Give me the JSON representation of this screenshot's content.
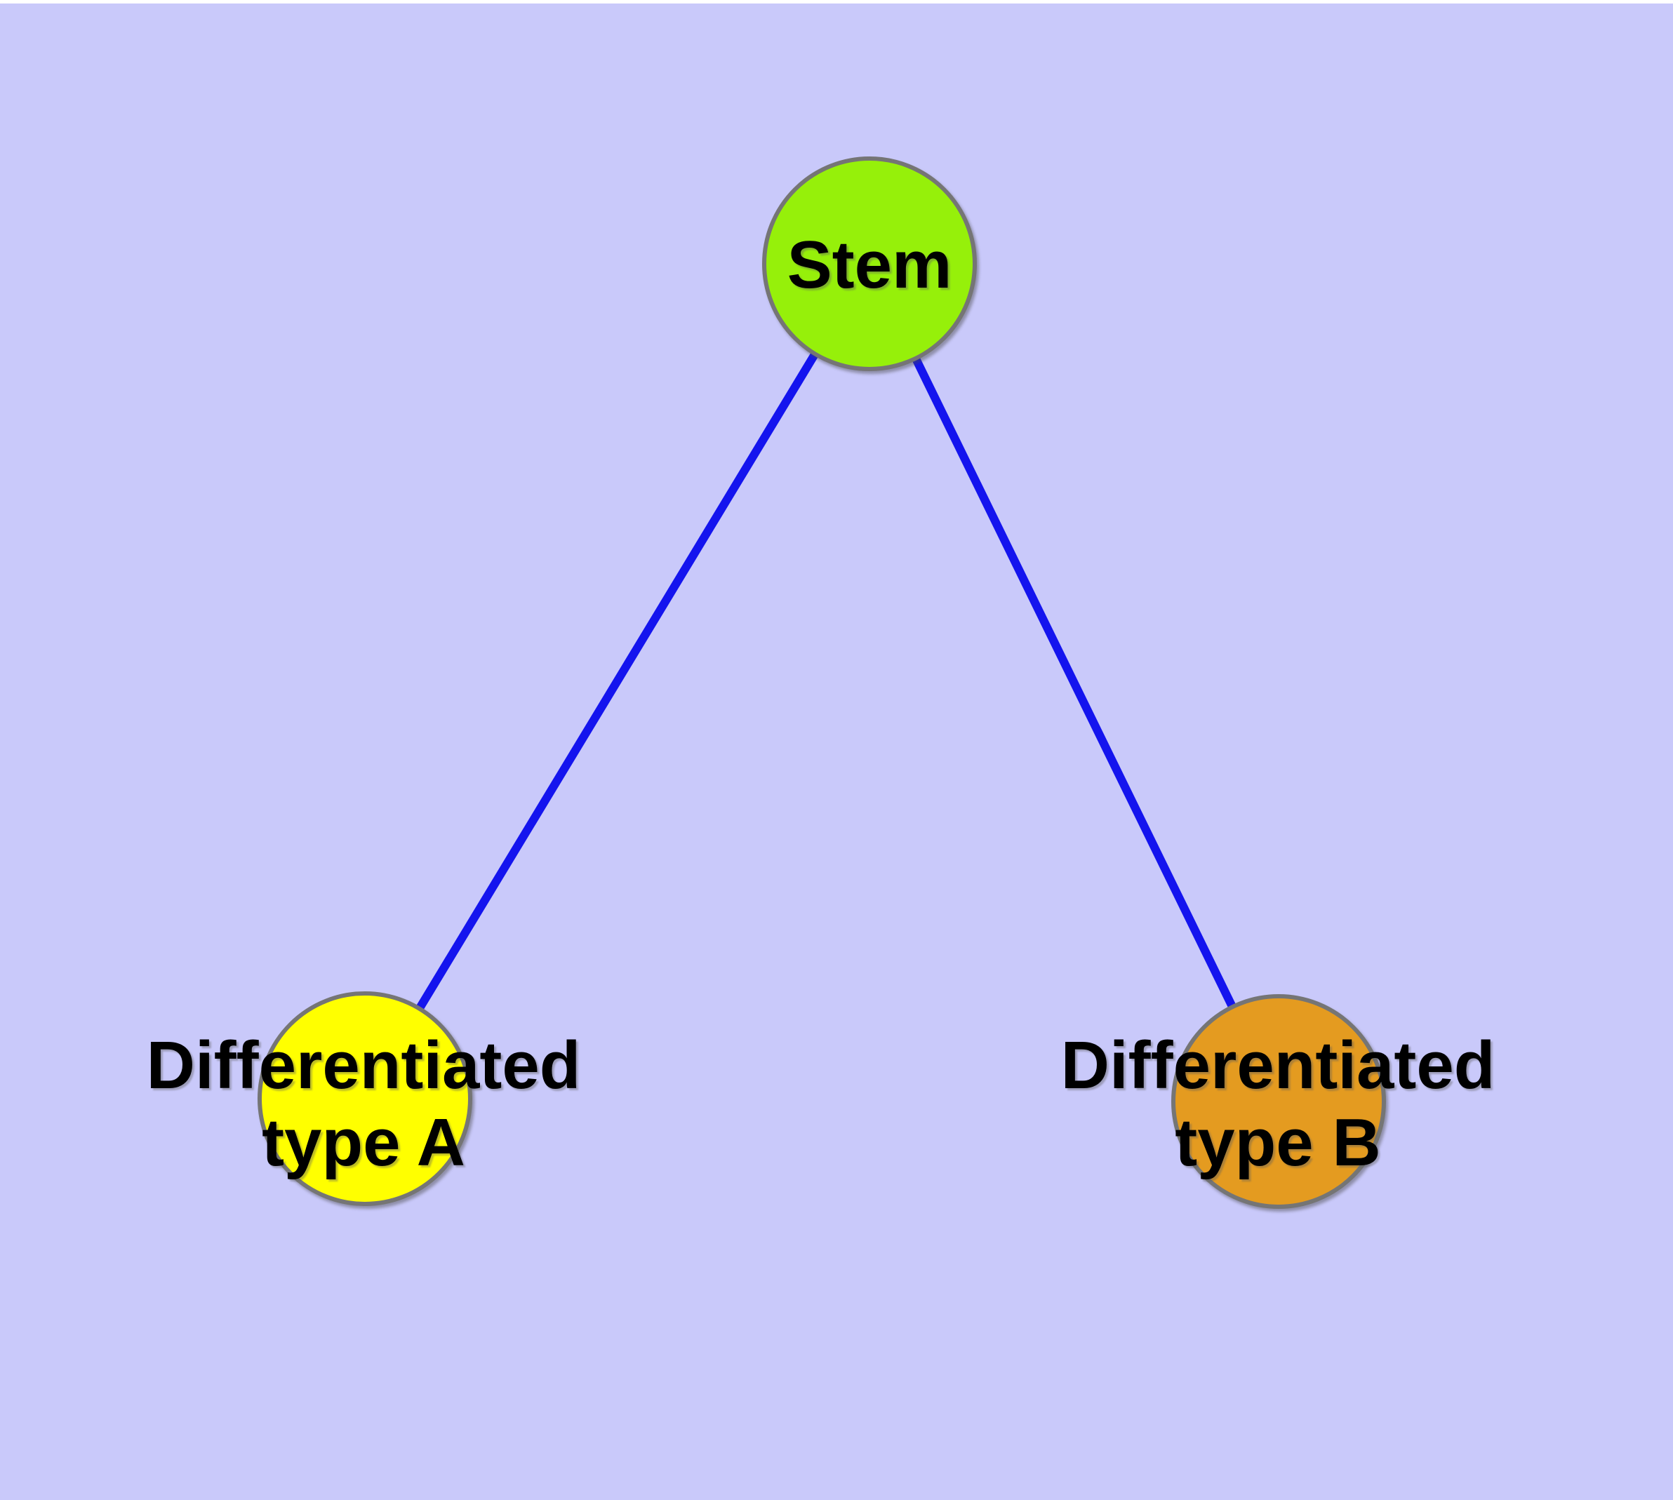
{
  "diagram": {
    "type": "graph",
    "background_color": "#c9c9fa",
    "frame_color": "#ffffff",
    "edge_color": "#1414ee",
    "node_border_color": "#757575",
    "label_color": "#000000",
    "nodes": {
      "stem": {
        "label": "Stem",
        "lines": [
          "Stem"
        ],
        "color": "#96f00a"
      },
      "type_a": {
        "label": "Differentiated type A",
        "lines": [
          "Differentiated",
          "type A"
        ],
        "color": "#ffff00"
      },
      "type_b": {
        "label": "Differentiated type B",
        "lines": [
          "Differentiated",
          "type B"
        ],
        "color": "#e49b20"
      }
    },
    "edges": [
      {
        "from": "Stem",
        "to": "Differentiated type A"
      },
      {
        "from": "Stem",
        "to": "Differentiated type B"
      }
    ]
  }
}
